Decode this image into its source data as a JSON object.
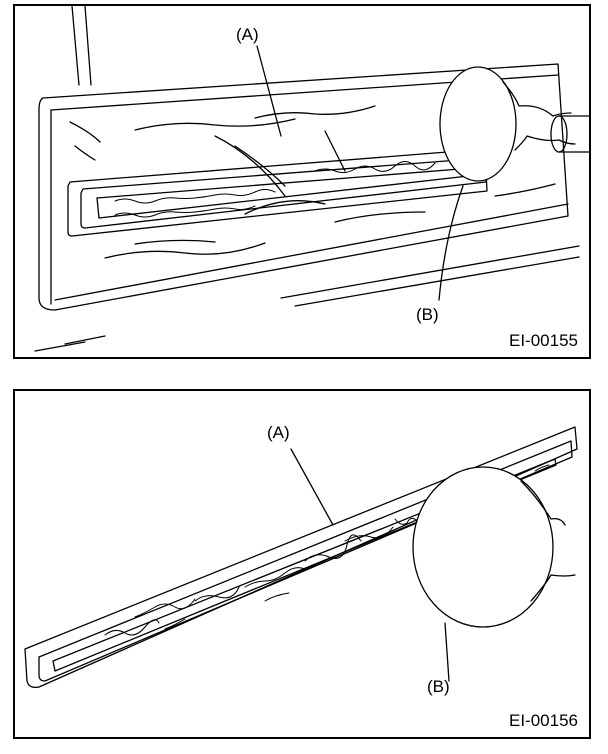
{
  "figures": [
    {
      "label_a": "(A)",
      "label_b": "(B)",
      "code": "EI-00155"
    },
    {
      "label_a": "(A)",
      "label_b": "(B)",
      "code": "EI-00156"
    }
  ]
}
